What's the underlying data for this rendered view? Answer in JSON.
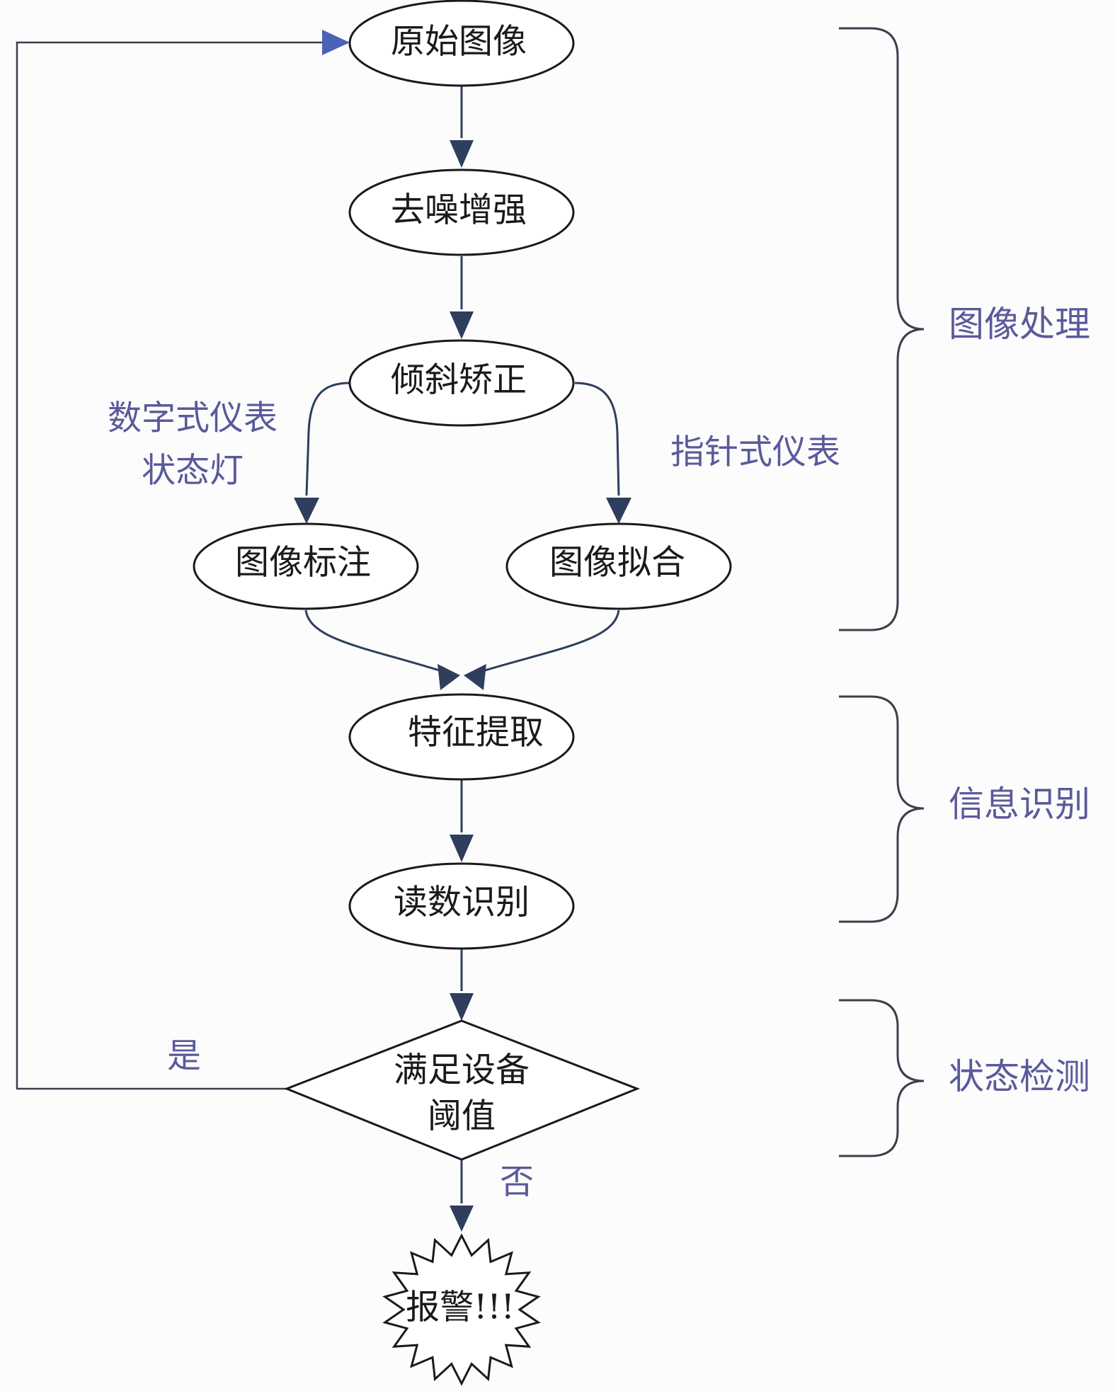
{
  "colors": {
    "node_stroke": "#1a1a1a",
    "arrow": "#2e3e5c",
    "feedback_arrow": "#4a63b8",
    "label": "#5a5a9a",
    "bracket": "#3a3f4c"
  },
  "nodes": {
    "original_image": "原始图像",
    "denoise_enhance": "去噪增强",
    "tilt_correction": "倾斜矫正",
    "image_annotation": "图像标注",
    "image_fitting": "图像拟合",
    "feature_extraction": "特征提取",
    "reading_recognition": "读数识别",
    "decision_line1": "满足设备",
    "decision_line2": "阈值",
    "alarm": "报警!!!"
  },
  "branch_labels": {
    "left_line1": "数字式仪表",
    "left_line2": "状态灯",
    "right": "指针式仪表",
    "yes": "是",
    "no": "否"
  },
  "stages": {
    "image_processing": "图像处理",
    "information_recognition": "信息识别",
    "status_detection": "状态检测"
  }
}
